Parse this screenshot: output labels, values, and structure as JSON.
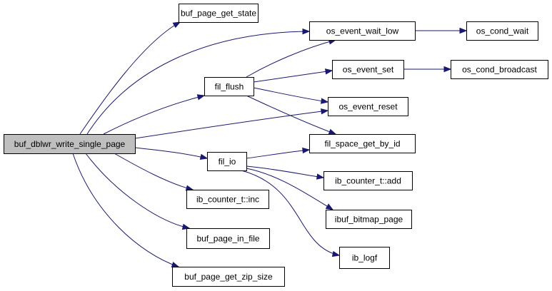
{
  "graph": {
    "edge_color": "#191970",
    "root_fill": "#bfbfbf",
    "nodes": [
      {
        "id": "buf_dblwr_write_single_page",
        "label": "buf_dblwr_write_single_page",
        "root": true
      },
      {
        "id": "buf_page_get_state",
        "label": "buf_page_get_state"
      },
      {
        "id": "os_event_wait_low",
        "label": "os_event_wait_low"
      },
      {
        "id": "os_cond_wait",
        "label": "os_cond_wait"
      },
      {
        "id": "fil_flush",
        "label": "fil_flush"
      },
      {
        "id": "os_event_set",
        "label": "os_event_set"
      },
      {
        "id": "os_cond_broadcast",
        "label": "os_cond_broadcast"
      },
      {
        "id": "os_event_reset",
        "label": "os_event_reset"
      },
      {
        "id": "fil_space_get_by_id",
        "label": "fil_space_get_by_id"
      },
      {
        "id": "fil_io",
        "label": "fil_io"
      },
      {
        "id": "ib_counter_t_add",
        "label": "ib_counter_t::add"
      },
      {
        "id": "ib_counter_t_inc",
        "label": "ib_counter_t::inc"
      },
      {
        "id": "ibuf_bitmap_page",
        "label": "ibuf_bitmap_page"
      },
      {
        "id": "buf_page_in_file",
        "label": "buf_page_in_file"
      },
      {
        "id": "ib_logf",
        "label": "ib_logf"
      },
      {
        "id": "buf_page_get_zip_size",
        "label": "buf_page_get_zip_size"
      }
    ],
    "edges": [
      {
        "from": "buf_dblwr_write_single_page",
        "to": "buf_page_get_state"
      },
      {
        "from": "buf_dblwr_write_single_page",
        "to": "os_event_wait_low"
      },
      {
        "from": "buf_dblwr_write_single_page",
        "to": "fil_flush"
      },
      {
        "from": "buf_dblwr_write_single_page",
        "to": "os_event_reset"
      },
      {
        "from": "buf_dblwr_write_single_page",
        "to": "fil_io"
      },
      {
        "from": "buf_dblwr_write_single_page",
        "to": "ib_counter_t_inc"
      },
      {
        "from": "buf_dblwr_write_single_page",
        "to": "buf_page_in_file"
      },
      {
        "from": "buf_dblwr_write_single_page",
        "to": "buf_page_get_zip_size"
      },
      {
        "from": "os_event_wait_low",
        "to": "os_cond_wait"
      },
      {
        "from": "fil_flush",
        "to": "os_event_wait_low"
      },
      {
        "from": "fil_flush",
        "to": "os_event_set"
      },
      {
        "from": "fil_flush",
        "to": "os_event_reset"
      },
      {
        "from": "fil_flush",
        "to": "fil_space_get_by_id"
      },
      {
        "from": "os_event_set",
        "to": "os_cond_broadcast"
      },
      {
        "from": "fil_io",
        "to": "fil_space_get_by_id"
      },
      {
        "from": "fil_io",
        "to": "ib_counter_t_add"
      },
      {
        "from": "fil_io",
        "to": "ibuf_bitmap_page"
      },
      {
        "from": "fil_io",
        "to": "ib_logf"
      }
    ]
  }
}
